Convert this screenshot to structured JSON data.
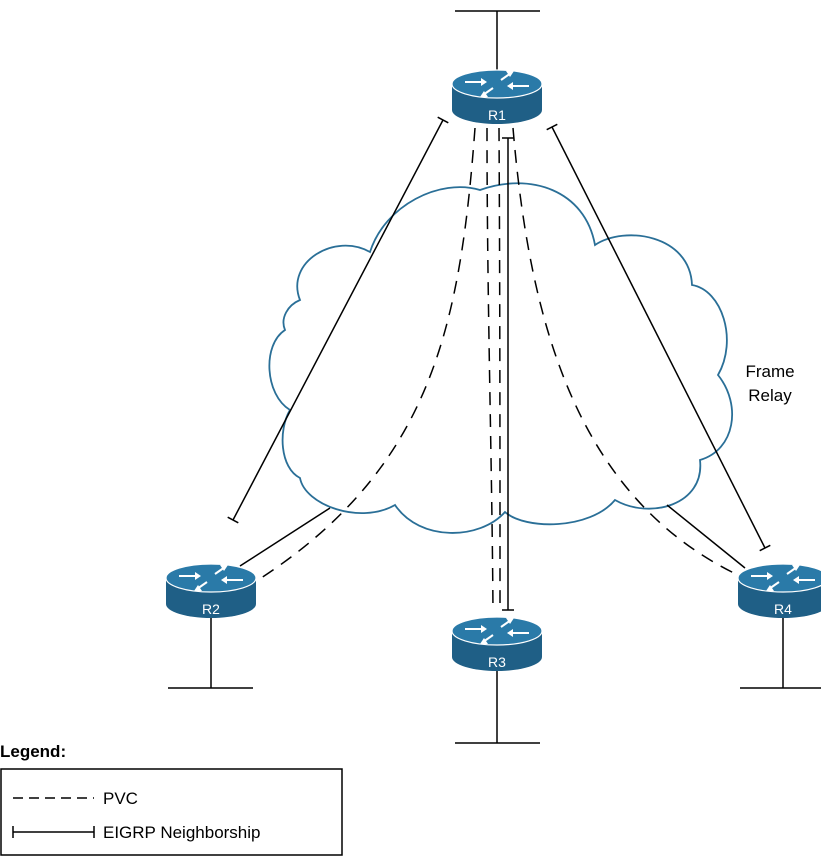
{
  "diagram": {
    "cloud_label_line1": "Frame",
    "cloud_label_line2": "Relay",
    "routers": [
      {
        "id": "r1",
        "label": "R1"
      },
      {
        "id": "r2",
        "label": "R2"
      },
      {
        "id": "r3",
        "label": "R3"
      },
      {
        "id": "r4",
        "label": "R4"
      }
    ]
  },
  "legend": {
    "title": "Legend:",
    "pvc_label": "PVC",
    "eigrp_label": "EIGRP Neighborship"
  },
  "colors": {
    "router_fill": "#1f5f86",
    "router_top": "#2a7aa8",
    "cloud_stroke": "#2a6f97",
    "line": "#000000"
  }
}
